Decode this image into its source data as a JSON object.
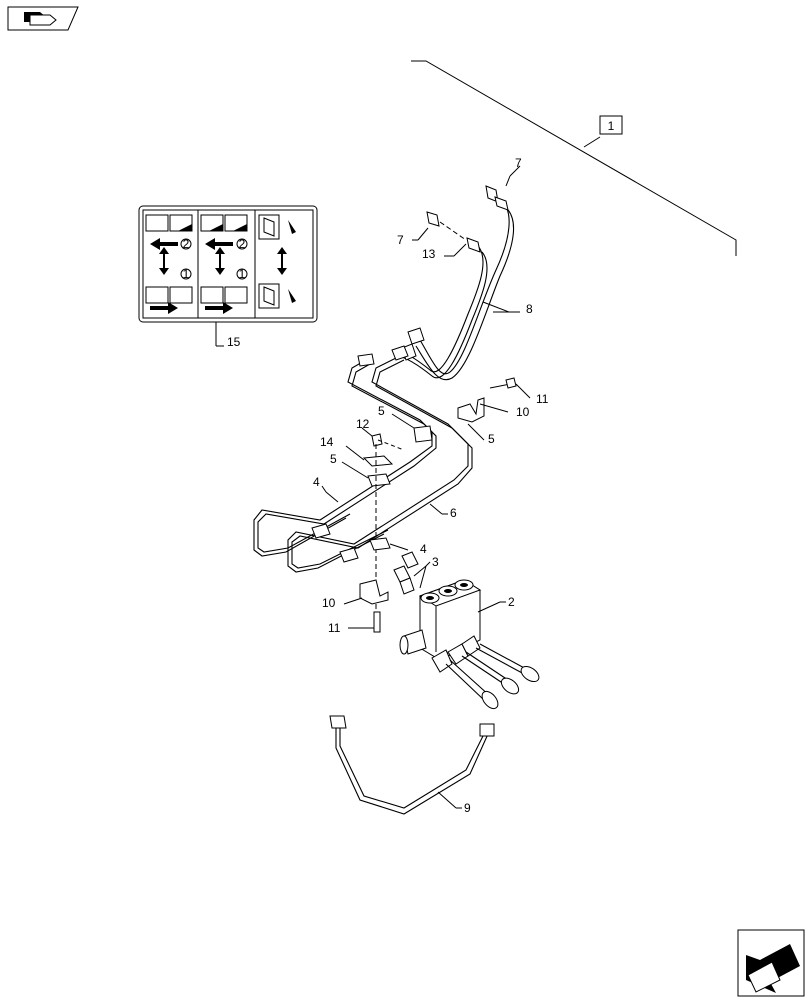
{
  "nav": {
    "prev_icon": "book-arrow-icon",
    "next_icon": "forward-arrow-icon"
  },
  "callouts": {
    "assembly": "1",
    "valve": "2",
    "fitting": "3",
    "pipe_a": "4",
    "pipe_a_lower": "4",
    "clamp_a": "5",
    "clamp_b": "5",
    "clamp_c": "5",
    "pipe_b": "6",
    "adapter_a": "7",
    "adapter_b": "7",
    "hose": "8",
    "pipe_c": "9",
    "bracket_a": "10",
    "bracket_b": "10",
    "bolt_a": "11",
    "bolt_b": "11",
    "screw": "12",
    "hose_end": "13",
    "plate": "14",
    "decal": "15"
  },
  "decal_markers": [
    "2",
    "1",
    "2",
    "1"
  ]
}
